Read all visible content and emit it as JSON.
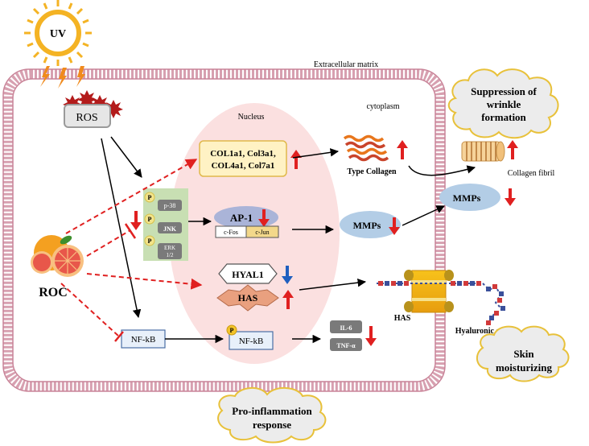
{
  "labels": {
    "uv": "UV",
    "extracellular": "Extracellular matrix",
    "cytoplasm": "cytoplasm",
    "nucleus": "Nucleus",
    "ros": "ROS",
    "roc": "ROC",
    "collagen_genes_line1": "COL1a1, Col3a1,",
    "collagen_genes_line2": "COL4a1, Col7a1",
    "type_collagen": "Type Collagen",
    "collagen_fibril": "Collagen fibril",
    "p": "P",
    "p38": "p-38",
    "jnk": "JNK",
    "erk_line1": "ERK",
    "erk_line2": "1/2",
    "ap1": "AP-1",
    "cfos": "c-Fos",
    "cjun": "c-Jun",
    "mmps_nucleus": "MMPs",
    "mmps_outer": "MMPs",
    "hyal1": "HYAL1",
    "has_nucleus": "HAS",
    "has_membrane": "HAS",
    "hyaluronic_acid": "Hyaluronic acid",
    "nfkb": "NF-kB",
    "nfkb_p": "NF-kB",
    "il6": "IL-6",
    "tnf": "TNF-α",
    "wrinkle_line1": "Suppression of",
    "wrinkle_line2": "wrinkle",
    "wrinkle_line3": "formation",
    "skin_line1": "Skin",
    "skin_line2": "moisturizing",
    "inflam_line1": "Pro-inflammation",
    "inflam_line2": "response"
  },
  "colors": {
    "membrane": "#d7a0b0",
    "nucleus_fill": "#fbe0e0",
    "up_arrow": "#e02020",
    "down_arrow_blue": "#1f5fbf",
    "inhibit": "#e02020",
    "cloud_fill": "#ececec",
    "cloud_stroke": "#e8c13a",
    "sun": "#f4b324"
  }
}
